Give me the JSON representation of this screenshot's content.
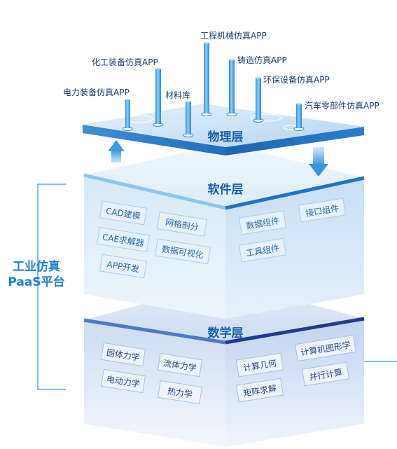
{
  "platform_label": {
    "line1": "工业仿真",
    "line2": "PaaS平台"
  },
  "layers": {
    "physical": {
      "title": "物理层",
      "apps": {
        "power_equipment": "电力装备仿真APP",
        "chemical_equipment": "化工装备仿真APP",
        "materials": "材料库",
        "engineering_machinery": "工程机械仿真APP",
        "casting": "铸造仿真APP",
        "environmental_equipment": "环保设备仿真APP",
        "auto_parts": "汽车零部件仿真APP"
      }
    },
    "software": {
      "title": "软件层",
      "left_modules": [
        "CAD建模",
        "网格剖分",
        "CAE求解器",
        "数据可视化",
        "APP开发"
      ],
      "right_modules": [
        "数据组件",
        "接口组件",
        "工具组件"
      ]
    },
    "math": {
      "title": "数学层",
      "left_modules": [
        "固体力学",
        "流体力学",
        "电动力学",
        "热力学"
      ],
      "right_modules": [
        "计算几何",
        "计算机图形学",
        "矩阵求解",
        "并行计算"
      ]
    }
  },
  "colors": {
    "accent": "#1f7fcf",
    "title_blue": "#1a5fae",
    "dark_edge": "#243a8c",
    "plate": "#bcd8f2"
  }
}
